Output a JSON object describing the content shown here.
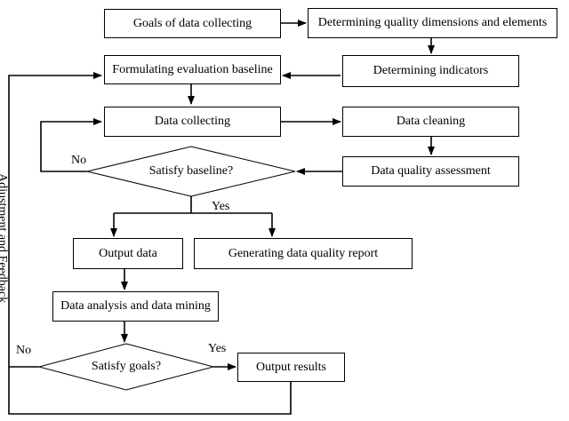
{
  "boxes": {
    "goals": "Goals of data collecting",
    "quality_dimensions": "Determining quality dimensions and elements",
    "baseline": "Formulating evaluation baseline",
    "indicators": "Determining indicators",
    "data_collecting": "Data collecting",
    "data_cleaning": "Data cleaning",
    "quality_assessment": "Data quality assessment",
    "output_data": "Output data",
    "quality_report": "Generating data quality report",
    "analysis_mining": "Data analysis and data mining",
    "output_results": "Output results"
  },
  "decisions": {
    "satisfy_baseline": "Satisfy baseline?",
    "satisfy_goals": "Satisfy goals?"
  },
  "labels": {
    "no_baseline": "No",
    "yes_baseline": "Yes",
    "no_goals": "No",
    "yes_goals": "Yes",
    "feedback": "Adjustment and Feedback"
  }
}
